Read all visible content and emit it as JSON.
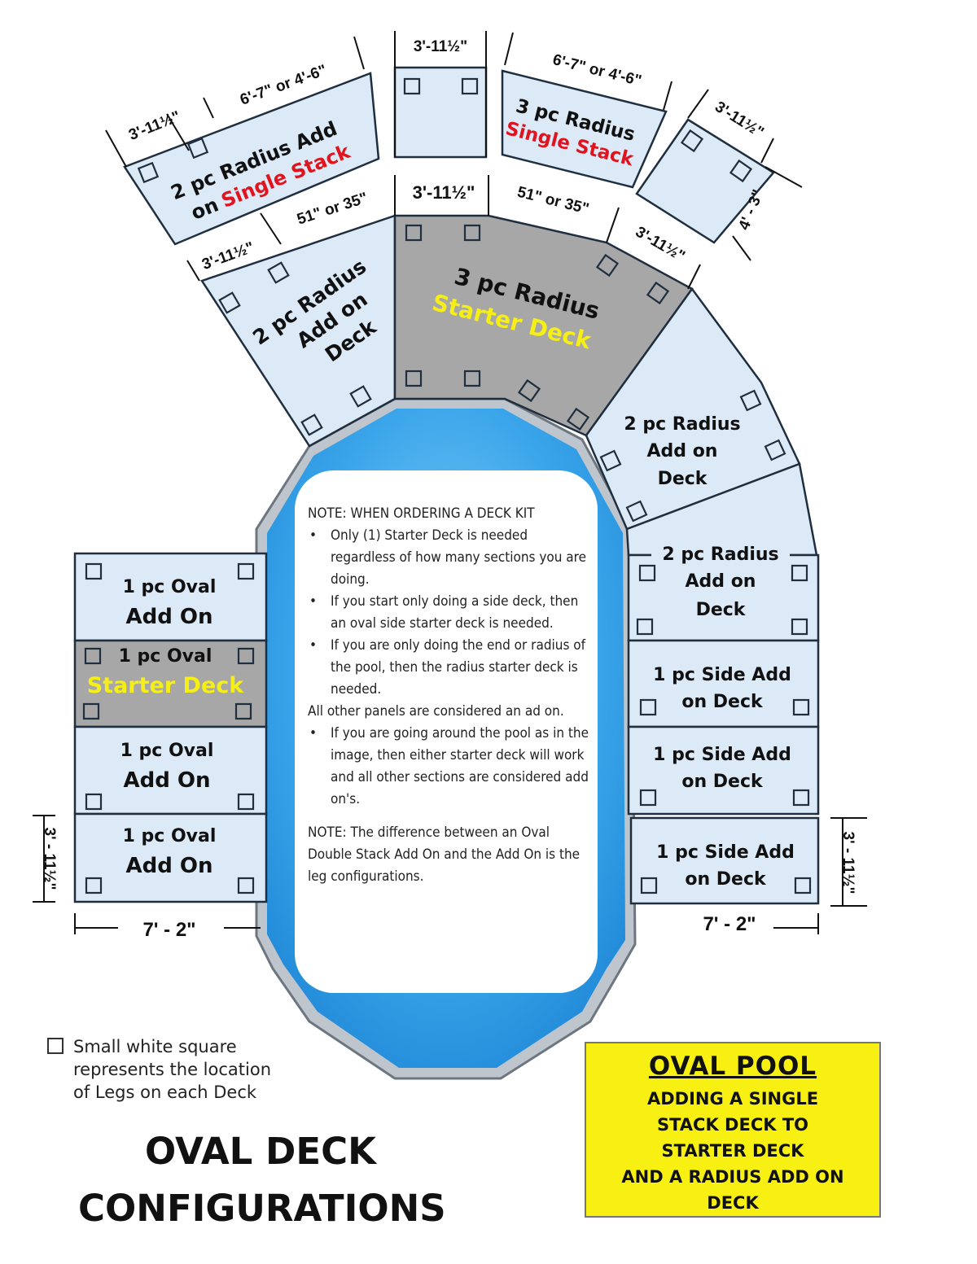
{
  "dimensions": {
    "top_center": "3'-11½\"",
    "top_left_long": "6'-7\" or 4'-6\"",
    "top_left_short": "3'-11½\"",
    "top_right_long": "6'-7\" or 4'-6\"",
    "top_right_short": "3'-11½\"",
    "top_right_depth": "4' - 3\"",
    "mid_center": "3'-11½\"",
    "mid_left_long": "51\" or 35\"",
    "mid_left_short": "3'-11½\"",
    "mid_right_long": "51\" or 35\"",
    "mid_right_short": "3'-11½\"",
    "left_width": "7' - 2\"",
    "right_width": "7' - 2\"",
    "left_height": "3' - 11½\"",
    "right_height": "3' - 11½\""
  },
  "panels": {
    "single_stack_left": {
      "line1": "2 pc Radius Add",
      "line2a": "on",
      "line2b": "Single Stack"
    },
    "single_stack_right": {
      "line1": "3 pc Radius",
      "line2": "Single Stack"
    },
    "radius_starter": {
      "line1": "3 pc Radius",
      "line2": "Starter Deck"
    },
    "radius_addon_left": {
      "line1": "2 pc Radius",
      "line2": "Add on",
      "line3": "Deck"
    },
    "radius_addon_right": {
      "line1": "2 pc Radius",
      "line2": "Add on",
      "line3": "Deck"
    },
    "radius_addon_right2": {
      "line1": "2 pc Radius",
      "line2": "Add on",
      "line3": "Deck"
    },
    "left": [
      {
        "line1": "1 pc Oval",
        "line2": "Add On"
      },
      {
        "line1": "1 pc Oval",
        "line2": "Starter Deck"
      },
      {
        "line1": "1 pc Oval",
        "line2": "Add On"
      },
      {
        "line1": "1 pc Oval",
        "line2": "Add On"
      }
    ],
    "right": [
      {
        "line1": "1 pc Side Add",
        "line2": "on Deck"
      },
      {
        "line1": "1 pc Side Add",
        "line2": "on Deck"
      },
      {
        "line1": "1 pc Side Add",
        "line2": "on Deck"
      }
    ]
  },
  "note": {
    "heading": "NOTE: WHEN ORDERING A DECK KIT",
    "bullets": [
      "Only (1) Starter Deck is needed regardless of how many sections you are doing.",
      "If you start only doing a side deck, then an oval side starter deck is needed.",
      "If you are only doing the end or radius of the pool, then the radius starter deck is needed."
    ],
    "extra": "All other panels are considered an ad on.",
    "bullet4": "If you are going around the pool as in the image, then either starter deck will work and all other sections are considered add on's.",
    "footer": "NOTE: The difference between an Oval Double Stack Add On and the Add On is the leg configurations."
  },
  "legend": {
    "line1": "Small white square",
    "line2": "represents the location",
    "line3": "of Legs on each Deck"
  },
  "title": {
    "line1": "OVAL DECK",
    "line2": "CONFIGURATIONS"
  },
  "callout": {
    "heading": "OVAL  POOL",
    "lines": [
      "ADDING A SINGLE",
      "STACK DECK TO",
      "STARTER DECK",
      "AND A RADIUS ADD ON",
      "DECK"
    ]
  },
  "colors": {
    "panel": "#dce9f7",
    "starter": "#a7a7a7",
    "water": "#3aa5ea",
    "callout": "#f7f012",
    "red_text": "#e0141e",
    "yellow_text": "#f5ef16"
  }
}
